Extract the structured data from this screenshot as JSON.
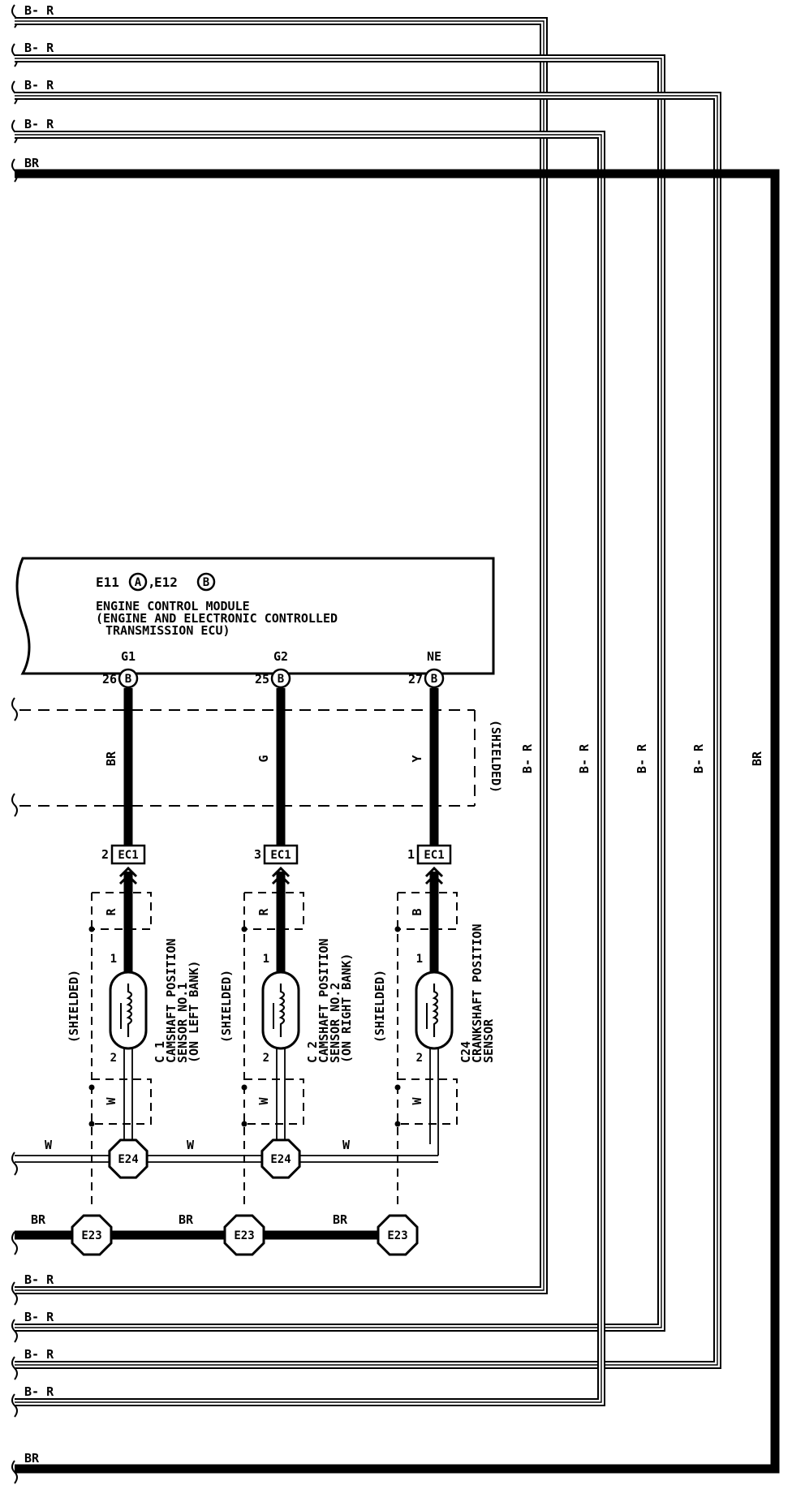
{
  "top_wires": [
    "B- R",
    "B- R",
    "B- R",
    "B- R",
    "BR"
  ],
  "bottom_wires": [
    "B- R",
    "B- R",
    "B- R",
    "B- R",
    "BR"
  ],
  "vertical_labels": [
    "B- R",
    "B- R",
    "B- R",
    "B- R",
    "BR"
  ],
  "ecm": {
    "connector_a": "E11",
    "sep": ",",
    "connector_b": "E12",
    "badge_a": "A",
    "badge_b": "B",
    "line1": "ENGINE CONTROL MODULE",
    "line2": "(ENGINE AND ELECTRONIC CONTROLLED",
    "line3": "TRANSMISSION ECU)"
  },
  "terminals": [
    {
      "name": "G1",
      "pin": "26",
      "badge": "B",
      "wire": "BR",
      "ec_pin": "2",
      "ec": "EC1",
      "upper_wire": "R",
      "pin_top": "1",
      "pin_bottom": "2",
      "lower_wire": "W",
      "shield": "(SHIELDED)",
      "sensor_id": "C 1",
      "sensor_lines": [
        "CAMSHAFT POSITION",
        "SENSOR NO.1",
        "(ON LEFT BANK)"
      ]
    },
    {
      "name": "G2",
      "pin": "25",
      "badge": "B",
      "wire": "G",
      "ec_pin": "3",
      "ec": "EC1",
      "upper_wire": "R",
      "pin_top": "1",
      "pin_bottom": "2",
      "lower_wire": "W",
      "shield": "(SHIELDED)",
      "sensor_id": "C 2",
      "sensor_lines": [
        "CAMSHAFT POSITION",
        "SENSOR NO.2",
        "(ON RIGHT BANK)"
      ]
    },
    {
      "name": "NE",
      "pin": "27",
      "badge": "B",
      "wire": "Y",
      "ec_pin": "1",
      "ec": "EC1",
      "upper_wire": "B",
      "pin_top": "1",
      "pin_bottom": "2",
      "lower_wire": "W",
      "shield": "(SHIELDED)",
      "sensor_id": "C24",
      "sensor_lines": [
        "CRANKSHAFT POSITION",
        "SENSOR"
      ]
    }
  ],
  "shield_label_main": "(SHIELDED)",
  "w_bus_labels": [
    "W",
    "W",
    "W"
  ],
  "br_bus_labels": [
    "BR",
    "BR",
    "BR"
  ],
  "e24": "E24",
  "e23": "E23"
}
